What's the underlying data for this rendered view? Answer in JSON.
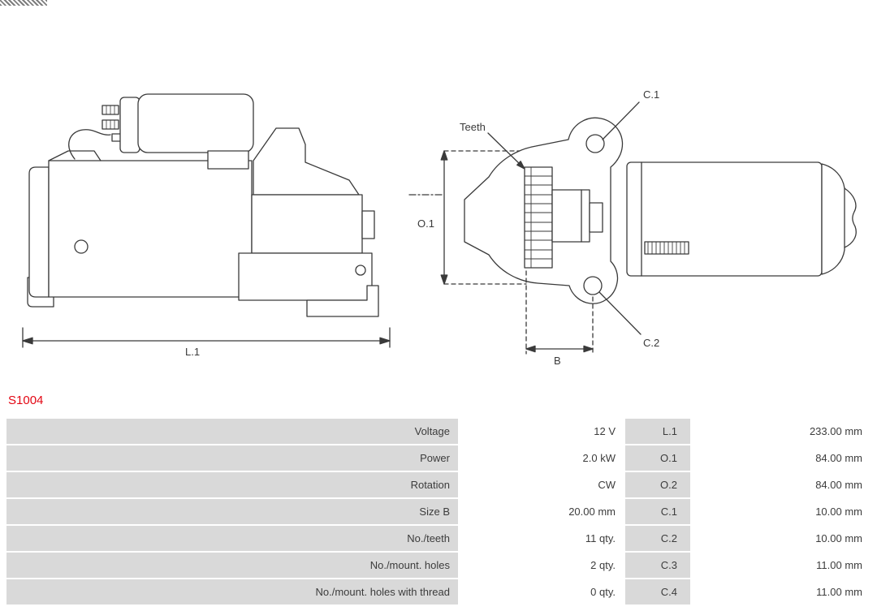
{
  "part_number": "S1004",
  "colors": {
    "part_number_red": "#e30613",
    "table_label_bg": "#d9d9d9",
    "table_value_bg": "#ffffff",
    "drawing_stroke": "#3a3a3a"
  },
  "diagram": {
    "labels": {
      "l1": "L.1",
      "o1": "O.1",
      "b": "B",
      "c1": "C.1",
      "c2": "C.2",
      "teeth": "Teeth"
    }
  },
  "spec_table": {
    "rows": [
      {
        "label": "Voltage",
        "value": "12 V",
        "dim_label": "L.1",
        "dim_value": "233.00 mm"
      },
      {
        "label": "Power",
        "value": "2.0 kW",
        "dim_label": "O.1",
        "dim_value": "84.00 mm"
      },
      {
        "label": "Rotation",
        "value": "CW",
        "dim_label": "O.2",
        "dim_value": "84.00 mm"
      },
      {
        "label": "Size B",
        "value": "20.00 mm",
        "dim_label": "C.1",
        "dim_value": "10.00 mm"
      },
      {
        "label": "No./teeth",
        "value": "11 qty.",
        "dim_label": "C.2",
        "dim_value": "10.00 mm"
      },
      {
        "label": "No./mount. holes",
        "value": "2 qty.",
        "dim_label": "C.3",
        "dim_value": "11.00 mm"
      },
      {
        "label": "No./mount. holes with thread",
        "value": "0 qty.",
        "dim_label": "C.4",
        "dim_value": "11.00 mm"
      }
    ]
  }
}
